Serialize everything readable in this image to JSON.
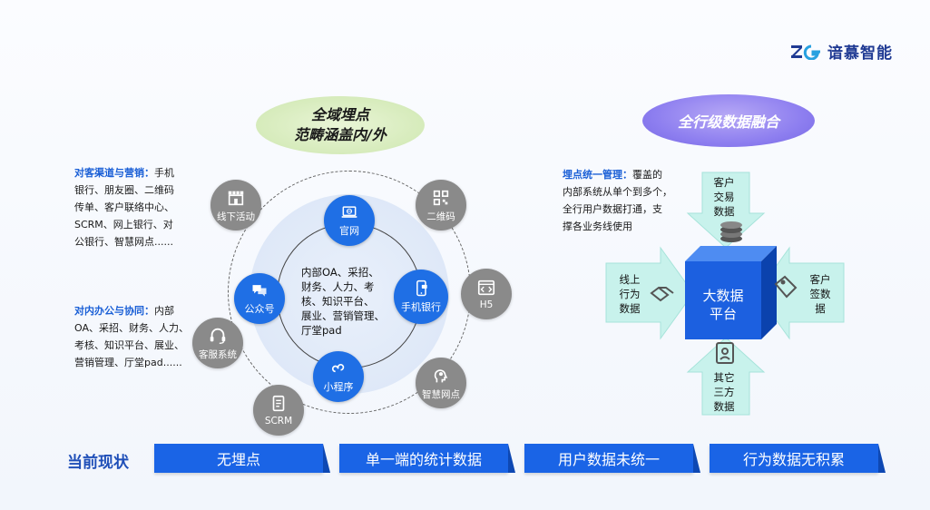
{
  "logo": {
    "text": "谙慕智能"
  },
  "headings": {
    "left_line1": "全域埋点",
    "left_line2": "范畴涵盖内/外",
    "right": "全行级数据融合"
  },
  "left_blocks": {
    "customer": {
      "title": "对客渠道与营销：",
      "lines": [
        "手机",
        "银行、朋友圈、二维码",
        "传单、客户联络中心、",
        "SCRM、网上银行、对",
        "公银行、智慧网点......"
      ]
    },
    "office": {
      "title": "对内办公与协同：",
      "lines": [
        "内部",
        "OA、采招、财务、人力、",
        "考核、知识平台、展业、",
        "营销管理、厅堂pad......"
      ]
    }
  },
  "circle": {
    "center_lines": [
      "内部OA、采招、",
      "财务、人力、考",
      "核、知识平台、",
      "展业、营销管理、",
      "厅堂pad"
    ],
    "blue_nodes": [
      "官网",
      "公众号",
      "手机银行",
      "小程序"
    ],
    "gray_nodes": [
      "线下活动",
      "二维码",
      "H5",
      "客服系统",
      "SCRM",
      "智慧网点"
    ]
  },
  "right_block": {
    "title": "埋点统一管理：",
    "lines": [
      "覆盖的",
      "内部系统从单个到多个，",
      "全行用户数据打通，支",
      "撑各业务线使用"
    ]
  },
  "cube": {
    "label_line1": "大数据",
    "label_line2": "平台",
    "top": [
      "客户",
      "交易",
      "数据"
    ],
    "left": [
      "线上",
      "行为",
      "数据"
    ],
    "right": [
      "客户",
      "签数",
      "据"
    ],
    "bottom": [
      "其它",
      "三方",
      "数据"
    ]
  },
  "status": {
    "label": "当前现状",
    "items": [
      "无埋点",
      "单一端的统计数据",
      "用户数据未统一",
      "行为数据无积累"
    ]
  },
  "colors": {
    "accent": "#1a64e6",
    "gray": "#8a8a8a",
    "cyan_arrow": "#bff0ea"
  }
}
